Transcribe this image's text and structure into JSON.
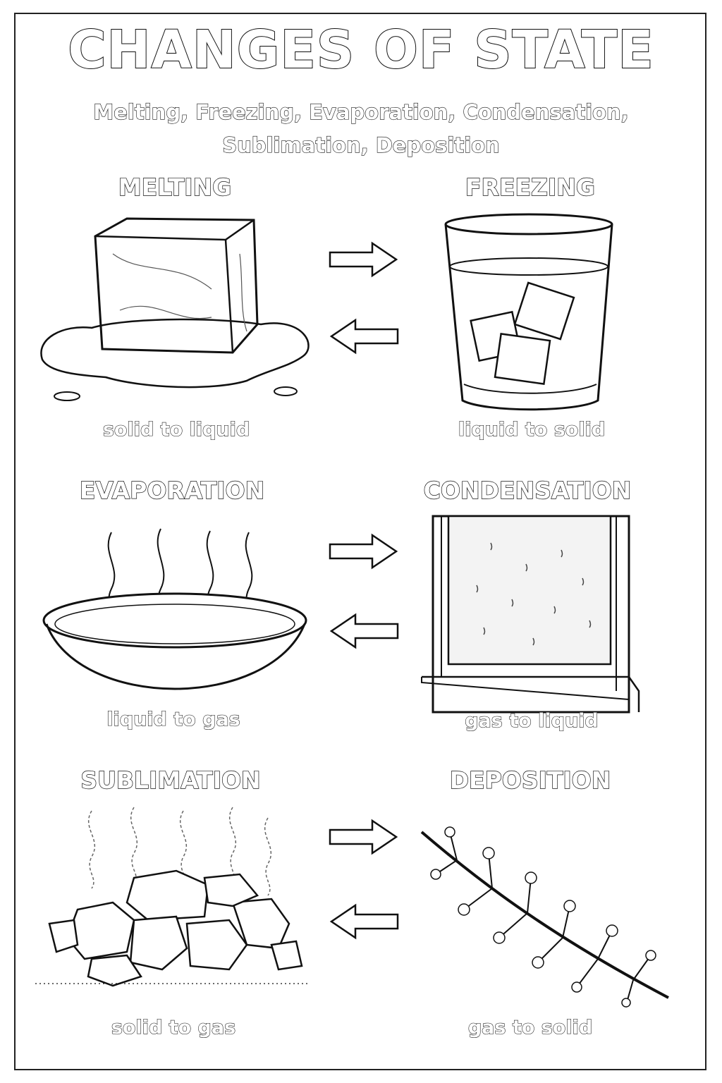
{
  "title": "CHANGES OF STATE",
  "subtitle": "Melting, Freezing, Evaporation, Condensation, Sublimation, Deposition",
  "sections": [
    {
      "heading": "MELTING",
      "caption": "solid to liquid",
      "icon": "ice-cube-puddle"
    },
    {
      "heading": "FREEZING",
      "caption": "liquid to solid",
      "icon": "glass-with-ice"
    },
    {
      "heading": "EVAPORATION",
      "caption": "liquid to gas",
      "icon": "bowl-with-vapor"
    },
    {
      "heading": "CONDENSATION",
      "caption": "gas to liquid",
      "icon": "foggy-window"
    },
    {
      "heading": "SUBLIMATION",
      "caption": "solid to gas",
      "icon": "dry-ice-rocks"
    },
    {
      "heading": "DEPOSITION",
      "caption": "gas to solid",
      "icon": "frosted-branch"
    }
  ],
  "arrows": {
    "right": "arrow-right-icon",
    "left": "arrow-left-icon"
  },
  "colors": {
    "ink": "#111111",
    "paper": "#ffffff"
  }
}
